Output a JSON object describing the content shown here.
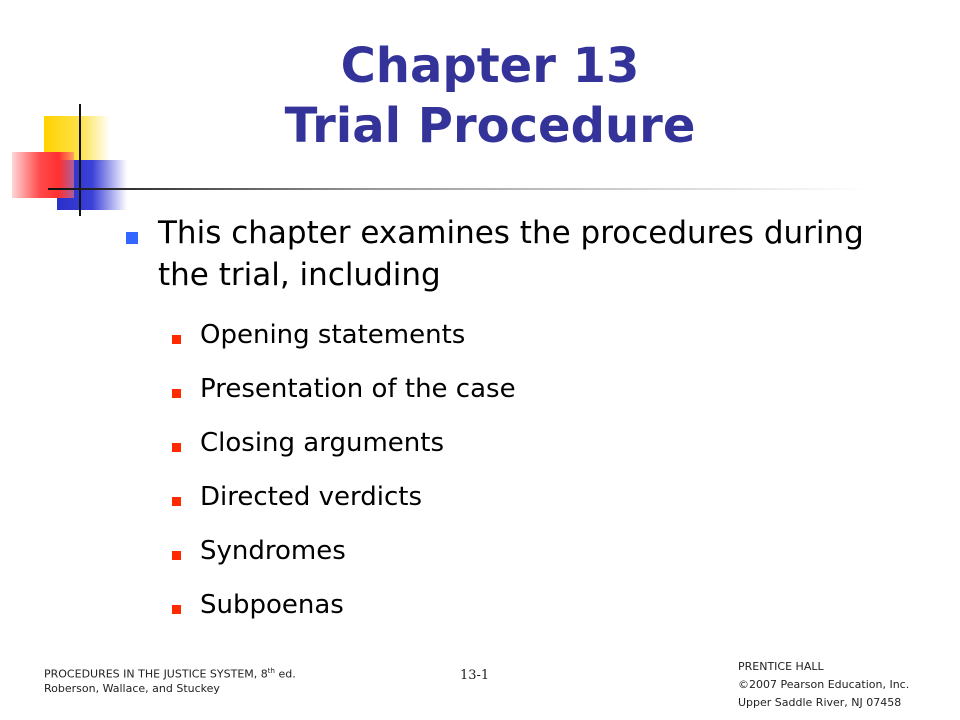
{
  "slide": {
    "title_line1": "Chapter 13",
    "title_line2": "Trial Procedure",
    "main_bullet": "This chapter examines the procedures during the trial, including",
    "sub_bullets": [
      "Opening statements",
      "Presentation of the case",
      "Closing arguments",
      "Directed verdicts",
      "Syndromes",
      "Subpoenas"
    ]
  },
  "footer": {
    "left_line1_prefix": "PROCEDURES IN THE JUSTICE SYSTEM, 8",
    "left_line1_sup": "th",
    "left_line1_suffix": " ed.",
    "left_line2": "Roberson, Wallace, and Stuckey",
    "page_number": "13-1",
    "right_line1": "PRENTICE HALL",
    "right_line2": "©2007 Pearson Education, Inc.",
    "right_line3": "Upper Saddle River, NJ 07458"
  },
  "colors": {
    "title": "#333399",
    "main_bullet_marker": "#3366ff",
    "sub_bullet_marker": "#ff2a00"
  }
}
